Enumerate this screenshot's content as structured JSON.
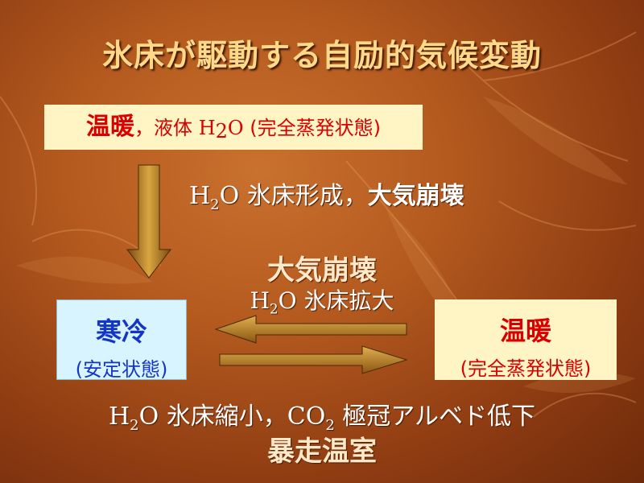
{
  "title": "氷床が駆動する自励的気候変動",
  "top_state": {
    "label": "温暖",
    "separator": "，",
    "desc_prefix": "液体 ",
    "h": "H",
    "sub2": "2",
    "o": "O",
    "desc_suffix": " (完全蒸発状態)"
  },
  "down_transition": {
    "h": "H",
    "sub2": "2",
    "o": "O",
    "text": " 氷床形成，",
    "bold": "大気崩壊"
  },
  "left_state": {
    "label": "寒冷",
    "sub": "(安定状態)"
  },
  "right_state": {
    "label": "温暖",
    "sub": "(完全蒸発状態)"
  },
  "left_transition": {
    "line1": "大気崩壊",
    "h": "H",
    "sub2": "2",
    "o": "O",
    "line2_suffix": " 氷床拡大"
  },
  "right_transition": {
    "h": "H",
    "sub2": "2",
    "o": "O",
    "text1": " 氷床縮小，",
    "co": "CO",
    "co_sub": "2",
    "text2": " 極冠アルベド低下",
    "line2": "暴走温室"
  },
  "colors": {
    "title": "#ffd98a",
    "warm_box": "#fff4c4",
    "cold_box": "#d8f4ff",
    "warm_text": "#d80000",
    "cold_text": "#1436c8",
    "arrow": "#c8962a"
  }
}
